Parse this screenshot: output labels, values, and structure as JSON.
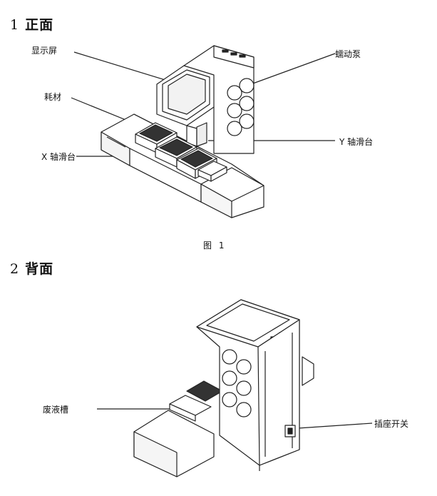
{
  "sections": [
    {
      "number": "1",
      "title": "正面"
    },
    {
      "number": "2",
      "title": "背面"
    }
  ],
  "front_labels": {
    "display": "显示屏",
    "pump": "蠕动泵",
    "consumables": "耗材",
    "y_stage": "Y 轴滑台",
    "x_stage": "X 轴滑台"
  },
  "figure_caption": "图 1",
  "back_labels": {
    "waste_tank": "废液槽",
    "power_socket": "插座开关"
  }
}
